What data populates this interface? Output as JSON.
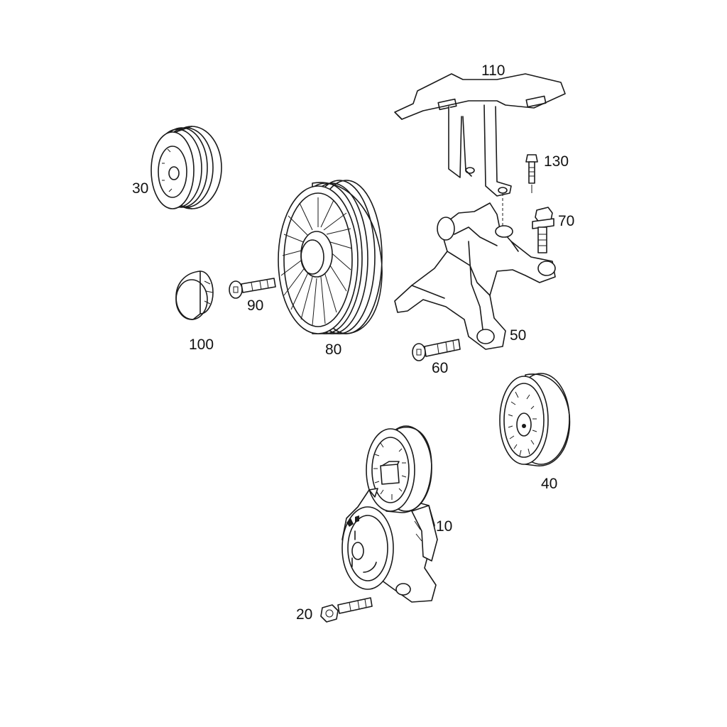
{
  "diagram": {
    "line_color": "#1a1a1a",
    "background": "#ffffff",
    "parts": [
      {
        "id": "110",
        "label": "110",
        "icon": "bracket-icon"
      },
      {
        "id": "130",
        "label": "130",
        "icon": "bolt-icon"
      },
      {
        "id": "30",
        "label": "30",
        "icon": "pulley-icon"
      },
      {
        "id": "70",
        "label": "70",
        "icon": "bolt-icon"
      },
      {
        "id": "90",
        "label": "90",
        "icon": "bolt-icon"
      },
      {
        "id": "100",
        "label": "100",
        "icon": "cap-icon"
      },
      {
        "id": "80",
        "label": "80",
        "icon": "pulley-icon"
      },
      {
        "id": "50",
        "label": "50",
        "icon": "bracket-icon"
      },
      {
        "id": "60",
        "label": "60",
        "icon": "bolt-icon"
      },
      {
        "id": "40",
        "label": "40",
        "icon": "pulley-icon"
      },
      {
        "id": "10",
        "label": "10",
        "icon": "tensioner-icon"
      },
      {
        "id": "20",
        "label": "20",
        "icon": "bolt-icon"
      }
    ]
  }
}
